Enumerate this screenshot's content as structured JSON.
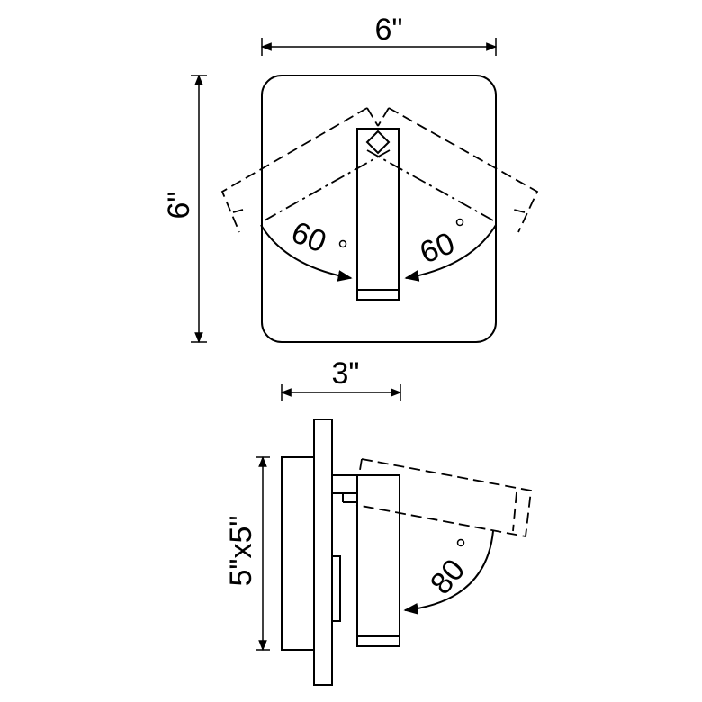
{
  "top_view": {
    "width_label": "6\"",
    "height_label": "6\"",
    "left_angle_label": "60",
    "right_angle_label": "60"
  },
  "side_view": {
    "depth_label": "3\"",
    "backplate_label": "5\"x5\"",
    "angle_label": "80"
  }
}
